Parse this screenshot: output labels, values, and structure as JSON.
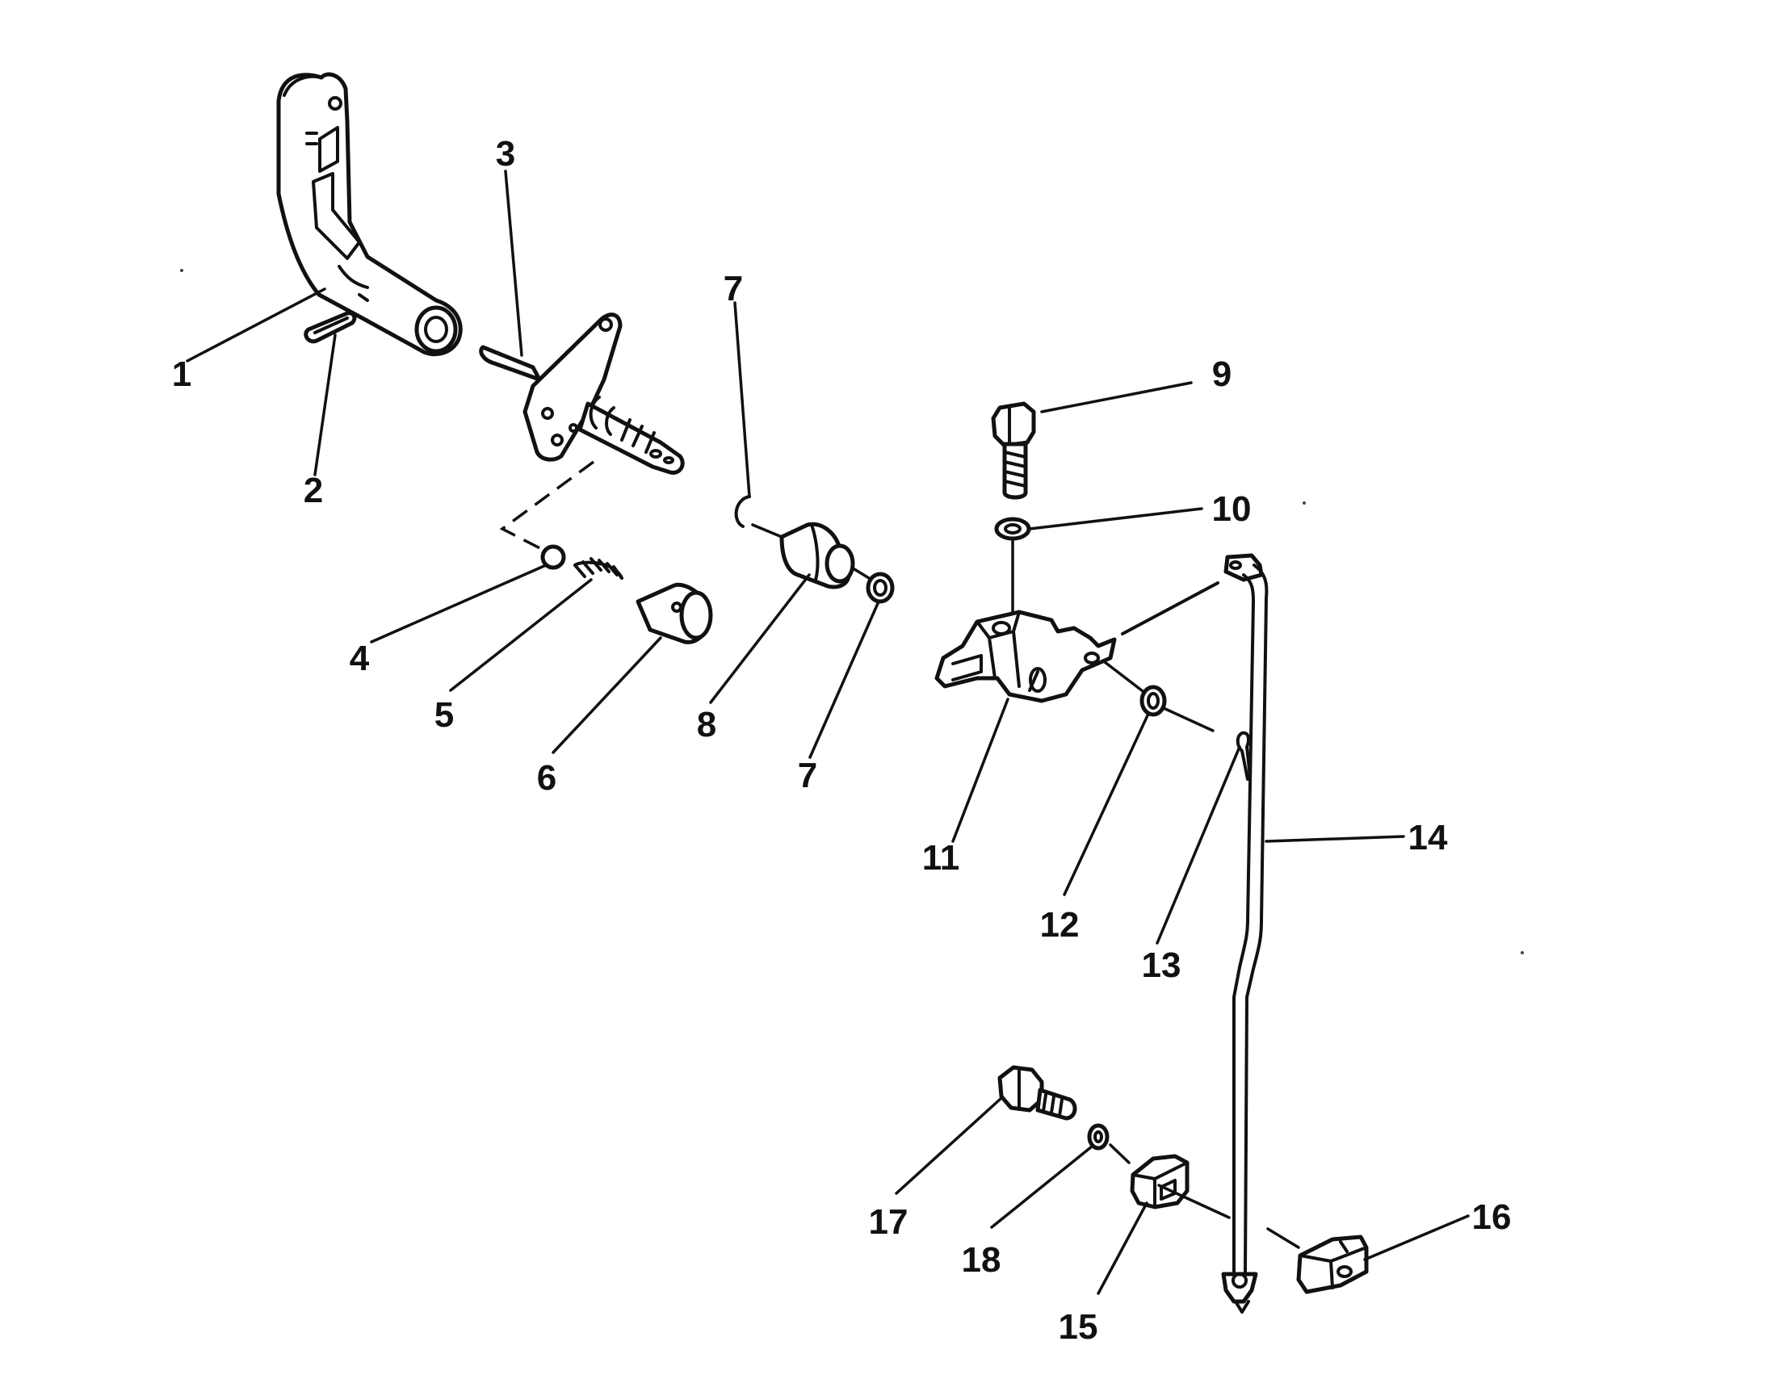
{
  "callouts": [
    {
      "id": "1",
      "label": "1"
    },
    {
      "id": "2",
      "label": "2"
    },
    {
      "id": "3",
      "label": "3"
    },
    {
      "id": "4",
      "label": "4"
    },
    {
      "id": "5",
      "label": "5"
    },
    {
      "id": "6",
      "label": "6"
    },
    {
      "id": "7a",
      "label": "7"
    },
    {
      "id": "7b",
      "label": "7"
    },
    {
      "id": "8",
      "label": "8"
    },
    {
      "id": "9",
      "label": "9"
    },
    {
      "id": "10",
      "label": "10"
    },
    {
      "id": "11",
      "label": "11"
    },
    {
      "id": "12",
      "label": "12"
    },
    {
      "id": "13",
      "label": "13"
    },
    {
      "id": "14",
      "label": "14"
    },
    {
      "id": "15",
      "label": "15"
    },
    {
      "id": "16",
      "label": "16"
    },
    {
      "id": "17",
      "label": "17"
    },
    {
      "id": "18",
      "label": "18"
    }
  ]
}
